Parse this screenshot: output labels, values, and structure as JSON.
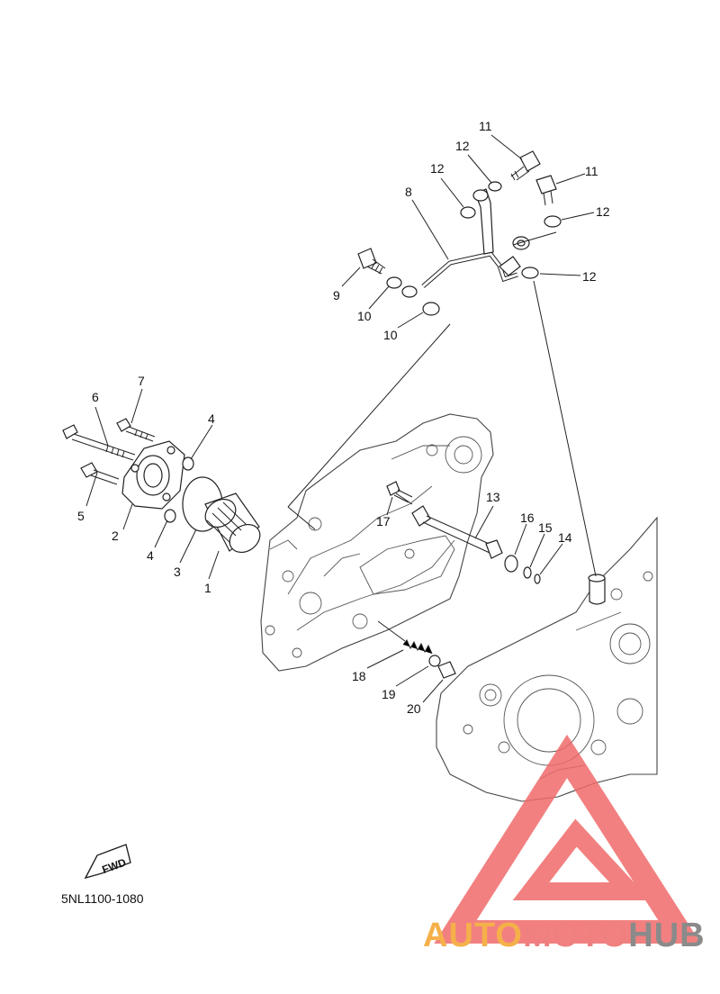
{
  "diagram": {
    "reference_code": "5NL1100-1080",
    "direction_badge": "FWD",
    "callouts": [
      {
        "id": "c1",
        "text": "1"
      },
      {
        "id": "c2",
        "text": "2"
      },
      {
        "id": "c3",
        "text": "3"
      },
      {
        "id": "c4a",
        "text": "4"
      },
      {
        "id": "c4b",
        "text": "4"
      },
      {
        "id": "c5",
        "text": "5"
      },
      {
        "id": "c6",
        "text": "6"
      },
      {
        "id": "c7",
        "text": "7"
      },
      {
        "id": "c8",
        "text": "8"
      },
      {
        "id": "c9",
        "text": "9"
      },
      {
        "id": "c10a",
        "text": "10"
      },
      {
        "id": "c10b",
        "text": "10"
      },
      {
        "id": "c11a",
        "text": "11"
      },
      {
        "id": "c11b",
        "text": "11"
      },
      {
        "id": "c12a",
        "text": "12"
      },
      {
        "id": "c12b",
        "text": "12"
      },
      {
        "id": "c12c",
        "text": "12"
      },
      {
        "id": "c12d",
        "text": "12"
      },
      {
        "id": "c13",
        "text": "13"
      },
      {
        "id": "c14",
        "text": "14"
      },
      {
        "id": "c15",
        "text": "15"
      },
      {
        "id": "c16",
        "text": "16"
      },
      {
        "id": "c17",
        "text": "17"
      },
      {
        "id": "c18",
        "text": "18"
      },
      {
        "id": "c19",
        "text": "19"
      },
      {
        "id": "c20",
        "text": "20"
      }
    ]
  },
  "watermark": {
    "part1": "AUTO",
    "part2": "MOTO",
    "part3": "HUB",
    "colors": {
      "auto": "#f5b04a",
      "moto": "#f08080",
      "hub": "#8a8a8a",
      "logo": "#f06a6a"
    }
  }
}
